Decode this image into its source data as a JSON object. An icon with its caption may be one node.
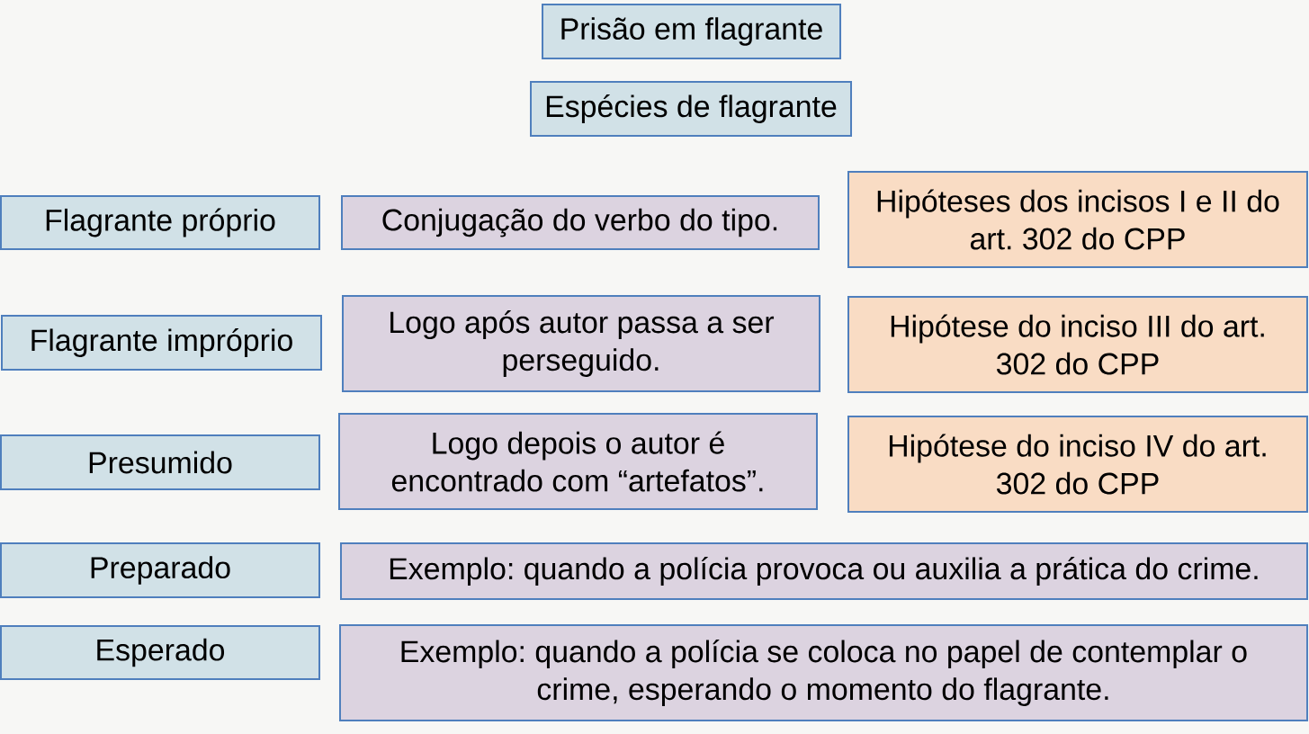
{
  "diagram": {
    "nodes": [
      {
        "text": [
          "Prisão em flagrante"
        ]
      },
      {
        "text": [
          "Espécies de flagrante"
        ]
      },
      {
        "text": [
          "Flagrante próprio"
        ]
      },
      {
        "text": [
          "Conjugação do verbo do tipo."
        ]
      },
      {
        "text": [
          "Hipóteses dos incisos I e II do art. 302 do CPP"
        ]
      },
      {
        "text": [
          "Flagrante impróprio"
        ]
      },
      {
        "text": [
          "Logo após autor passa a ser perseguido."
        ]
      },
      {
        "text": [
          "Hipótese do inciso III do art. 302 do CPP"
        ]
      },
      {
        "text": [
          "Presumido"
        ]
      },
      {
        "text": [
          "Logo depois o autor é encontrado com “artefatos”."
        ]
      },
      {
        "text": [
          "Hipótese do inciso IV do art. 302 do CPP"
        ]
      },
      {
        "text": [
          "Preparado"
        ]
      },
      {
        "text": [
          "Exemplo: quando a polícia provoca ou auxilia a prática do crime."
        ]
      },
      {
        "text": [
          "Esperado"
        ]
      },
      {
        "text": [
          "Exemplo: quando a polícia se coloca no papel de contemplar o crime, esperando o momento do flagrante."
        ]
      }
    ]
  }
}
